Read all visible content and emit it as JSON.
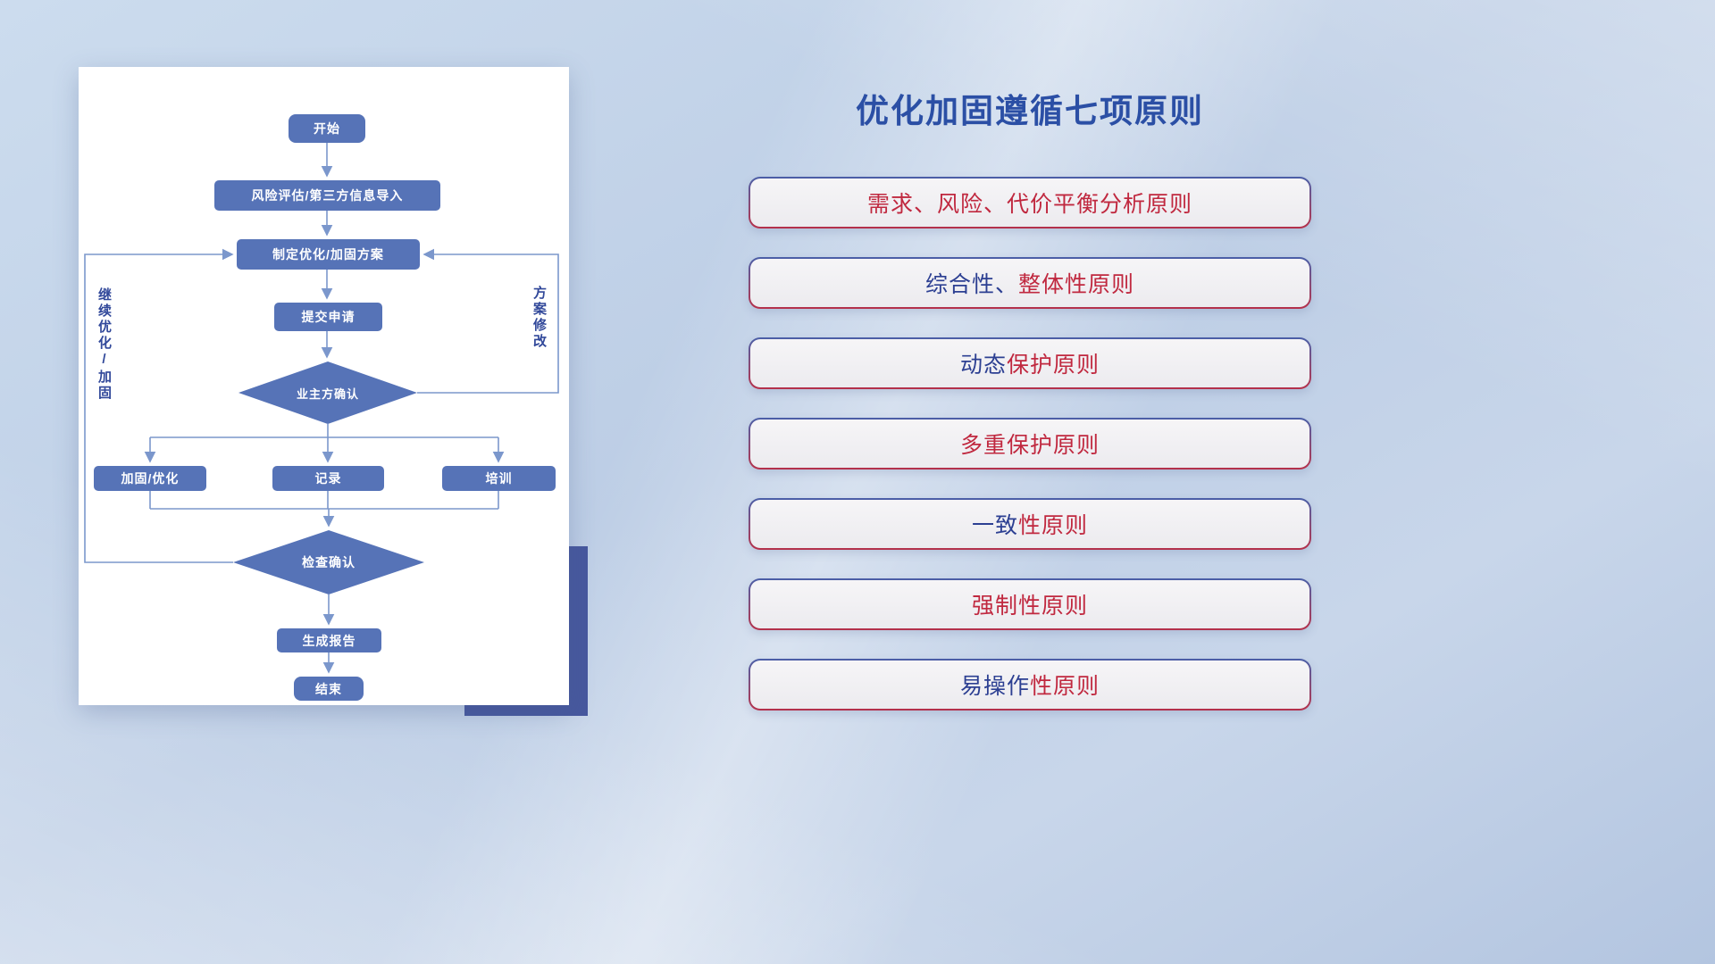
{
  "title": "优化加固遵循七项原则",
  "flowchart": {
    "nodes": {
      "start": "开始",
      "risk_import": "风险评估/第三方信息导入",
      "make_plan": "制定优化/加固方案",
      "submit": "提交申请",
      "owner_confirm": "业主方确认",
      "reinforce": "加固/优化",
      "record": "记录",
      "training": "培训",
      "check_confirm": "检查确认",
      "report": "生成报告",
      "end": "结束"
    },
    "loop_labels": {
      "continue_left": "继续优化/加固",
      "revise_right": "方案修改"
    }
  },
  "principles": [
    {
      "segments": [
        {
          "text": "需求、风险、代价平衡分析原则",
          "color": "#c0283f"
        }
      ]
    },
    {
      "segments": [
        {
          "text": "综合性、",
          "color": "#2c3f92"
        },
        {
          "text": "整体性原则",
          "color": "#c0283f"
        }
      ]
    },
    {
      "segments": [
        {
          "text": "动态",
          "color": "#2c3f92"
        },
        {
          "text": "保护原则",
          "color": "#c0283f"
        }
      ]
    },
    {
      "segments": [
        {
          "text": "多重保护原则",
          "color": "#c0283f"
        }
      ]
    },
    {
      "segments": [
        {
          "text": "一致",
          "color": "#2c3f92"
        },
        {
          "text": "性原则",
          "color": "#c0283f"
        }
      ]
    },
    {
      "segments": [
        {
          "text": "强制性原则",
          "color": "#c0283f"
        }
      ]
    },
    {
      "segments": [
        {
          "text": "易操作",
          "color": "#2c3f92"
        },
        {
          "text": "性原则",
          "color": "#c0283f"
        }
      ]
    }
  ],
  "colors": {
    "title": "#2b4fa5",
    "node_fill": "#5673b7",
    "connector": "#7b97cc",
    "accent_navy": "#2c3f92",
    "accent_red": "#c0283f"
  }
}
